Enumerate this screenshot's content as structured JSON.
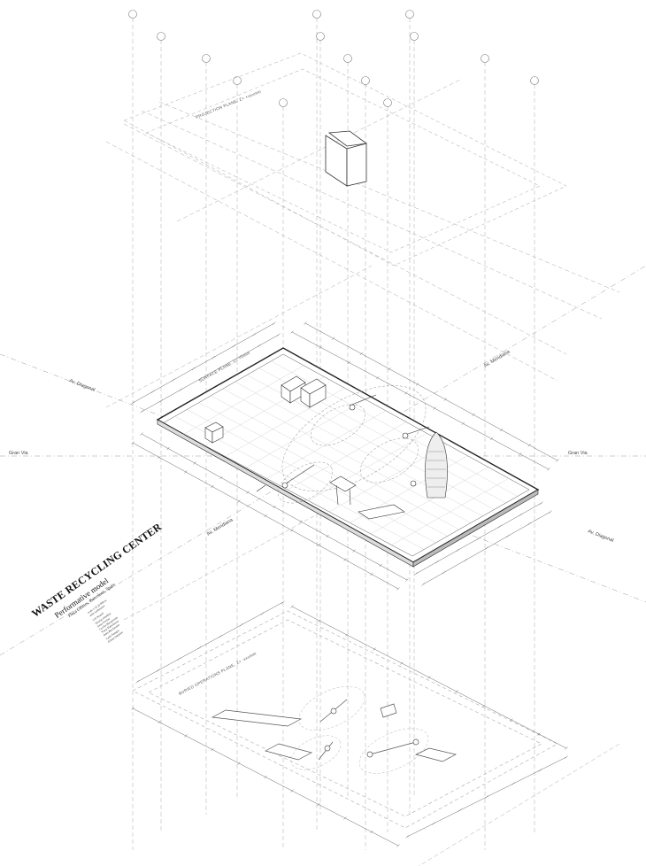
{
  "title_block": {
    "title": "WASTE RECYCLING CENTER",
    "subtitle": "Performative model",
    "location": "Plaça Glòries, Barcelona, Spain",
    "scale_line_1": "scale 1:25 @ 890 m",
    "scale_line_2": "units millimeter",
    "authors": [
      "Lili Kisneli",
      "Nicolai Ottoflier",
      "Irena Fischer",
      "Cecilia Hacquesam",
      "Yusra Malichasset",
      "Dora Bieckmann",
      "Carlo Saragio",
      "Eliana Daquinn"
    ]
  },
  "streets": {
    "gran_via_left": "Gran Via",
    "gran_via_right": "Gran Via",
    "diagonal_left": "Av. Diagonal",
    "diagonal_right": "Av. Diagonal",
    "meridiana_top": "Av. Meridiana",
    "meridiana_bottom": "Av. Meridiana"
  },
  "planes": {
    "projection": "PROJECTION PLANE, Z= +xxxmm",
    "surface": "SURFACE PLANE, Z= +0mm",
    "operations": "BURIED OPERATIONS PLANE, Z= -xxxmm"
  },
  "colors": {
    "line": "#555555",
    "faint": "#bbbbbb",
    "frame": "#222222"
  }
}
